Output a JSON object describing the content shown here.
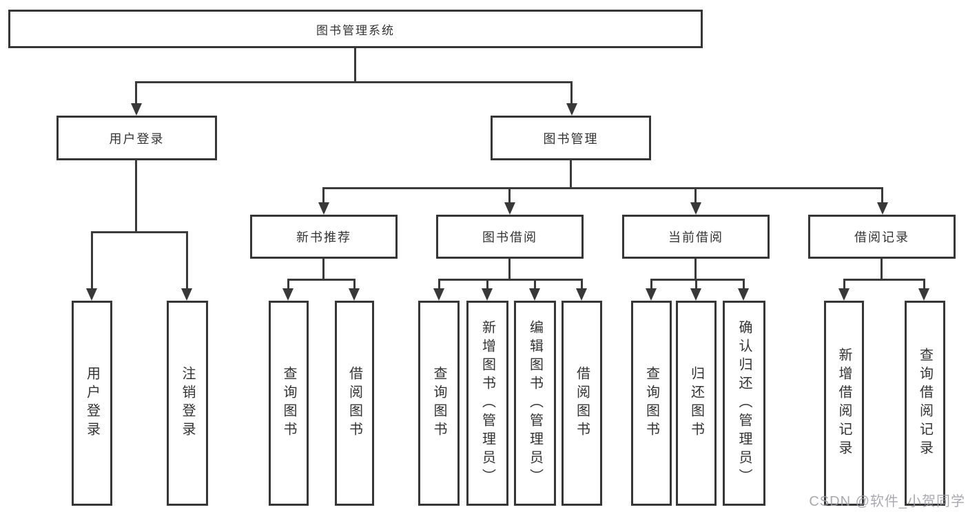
{
  "colors": {
    "background": "#ffffff",
    "line": "#3a3a3a",
    "box_border": "#363636",
    "text": "#333333",
    "watermark": "#9b9ba3"
  },
  "tree": {
    "root": "图书管理系统",
    "branches": [
      {
        "label": "用户登录",
        "children": [
          "用户登录",
          "注销登录"
        ]
      },
      {
        "label": "图书管理",
        "groups": [
          {
            "label": "新书推荐",
            "children": [
              "查询图书",
              "借阅图书"
            ]
          },
          {
            "label": "图书借阅",
            "children": [
              "查询图书",
              "新增图书（管理员）",
              "编辑图书（管理员）",
              "借阅图书"
            ]
          },
          {
            "label": "当前借阅",
            "children": [
              "查询图书",
              "归还图书",
              "确认归还（管理员）"
            ]
          },
          {
            "label": "借阅记录",
            "children": [
              "新增借阅记录",
              "查询借阅记录"
            ]
          }
        ]
      }
    ]
  },
  "watermark": {
    "text": "CSDN @软件_小贺同学"
  }
}
